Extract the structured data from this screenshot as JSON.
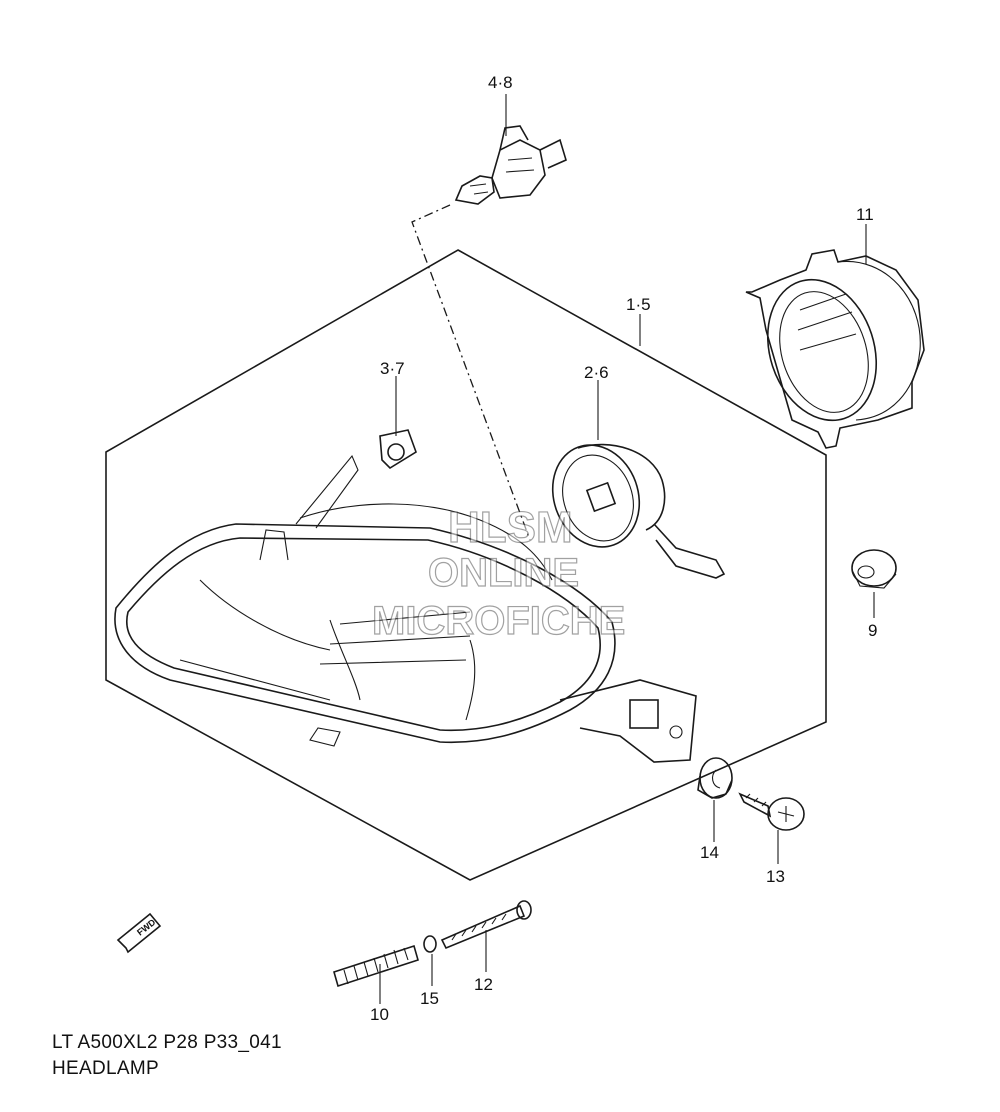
{
  "callouts": {
    "c48": "4·8",
    "c11": "11",
    "c15": "1·5",
    "c37": "3·7",
    "c26": "2·6",
    "c9": "9",
    "c14": "14",
    "c13": "13",
    "c12": "12",
    "c10": "10",
    "c15b": "15"
  },
  "fwd_label": "FWD",
  "watermark": [
    "HLSM",
    "ONLINE",
    "MICROFICHE"
  ],
  "caption": {
    "code": "LT A500XL2 P28 P33_041",
    "title": "HEADLAMP"
  }
}
